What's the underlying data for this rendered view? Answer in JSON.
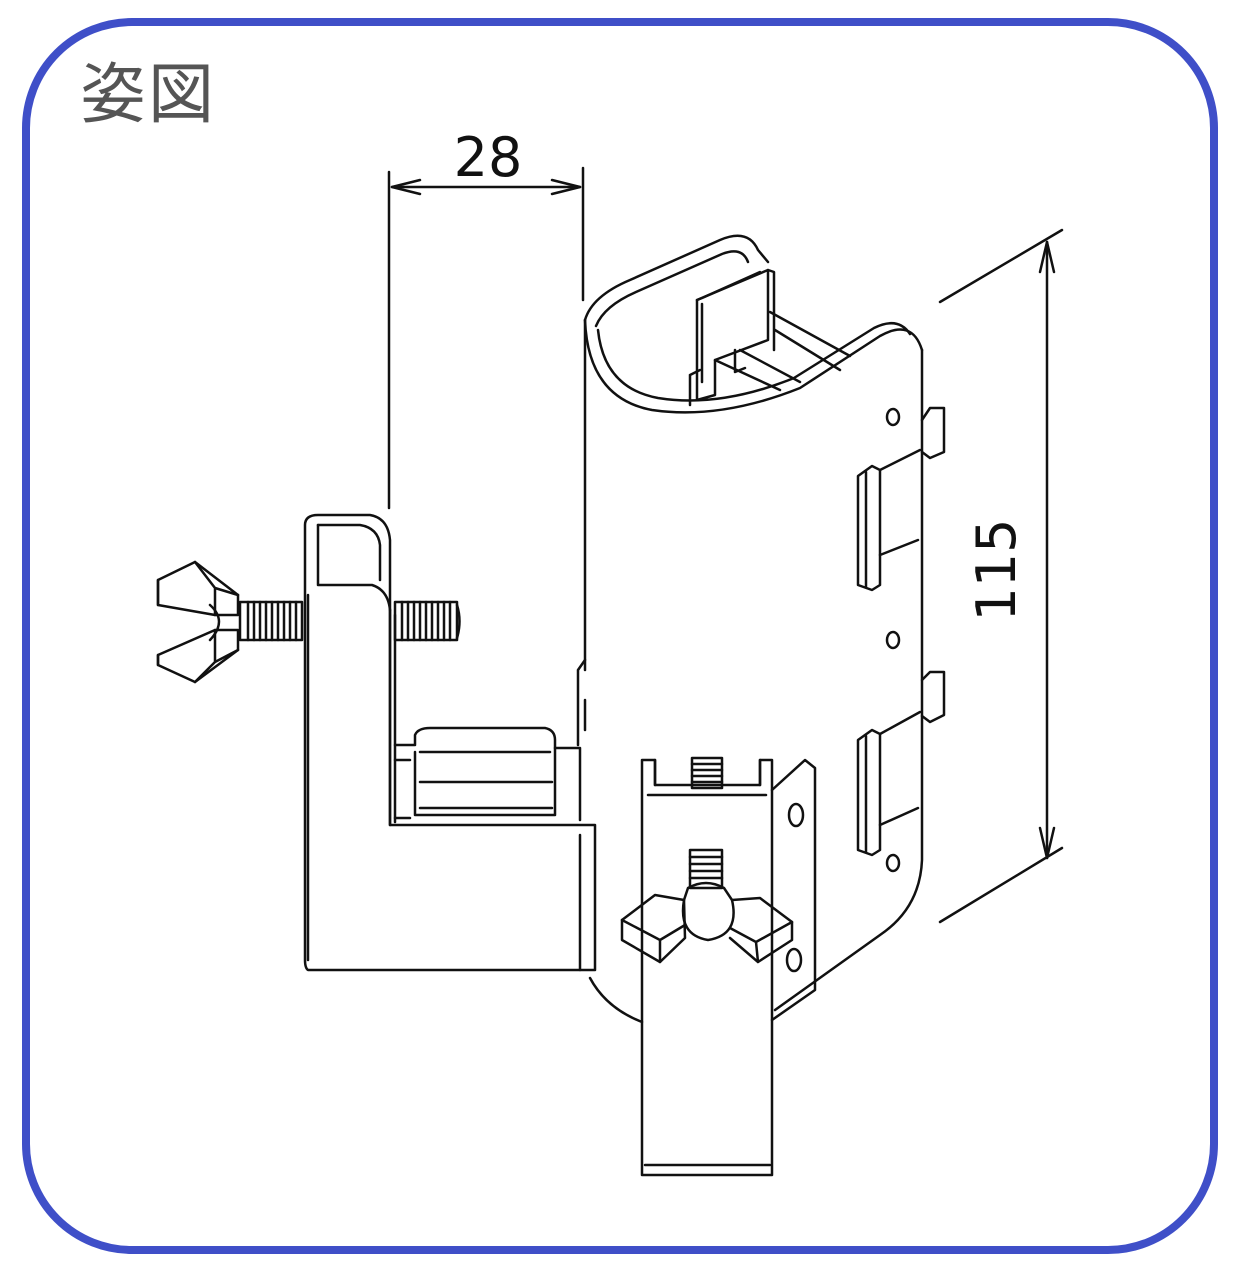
{
  "panel": {
    "title": "姿図"
  },
  "dimensions": {
    "width_label": "28",
    "height_label": "115"
  },
  "colors": {
    "frame_border": "#3f4fc8",
    "line": "#111111",
    "title": "#555555"
  }
}
